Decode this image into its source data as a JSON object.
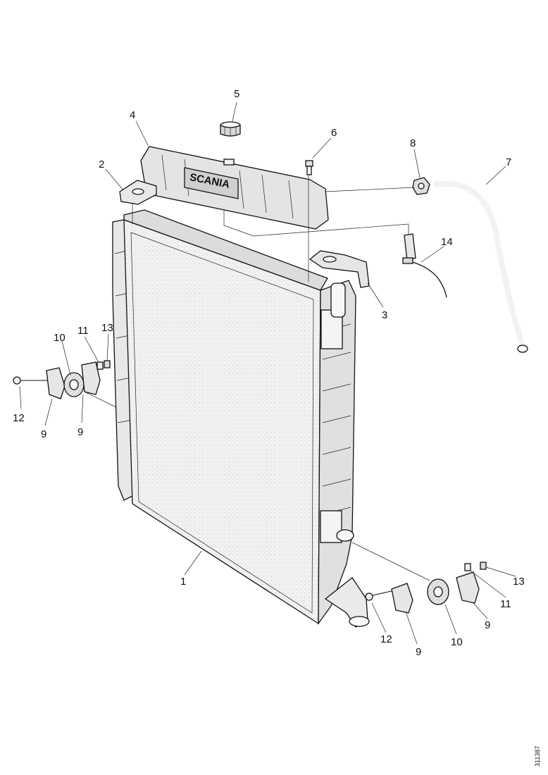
{
  "diagram": {
    "logo_text": "SCANIA",
    "document_number": "311387",
    "callouts": {
      "c1": "1",
      "c2": "2",
      "c3": "3",
      "c4": "4",
      "c5": "5",
      "c6": "6",
      "c7": "7",
      "c8": "8",
      "c9_left_a": "9",
      "c9_left_b": "9",
      "c9_right_a": "9",
      "c9_right_b": "9",
      "c10_left": "10",
      "c10_right": "10",
      "c11_left": "11",
      "c11_right": "11",
      "c12_left": "12",
      "c12_right": "12",
      "c13_left": "13",
      "c13_right": "13",
      "c14": "14"
    }
  }
}
